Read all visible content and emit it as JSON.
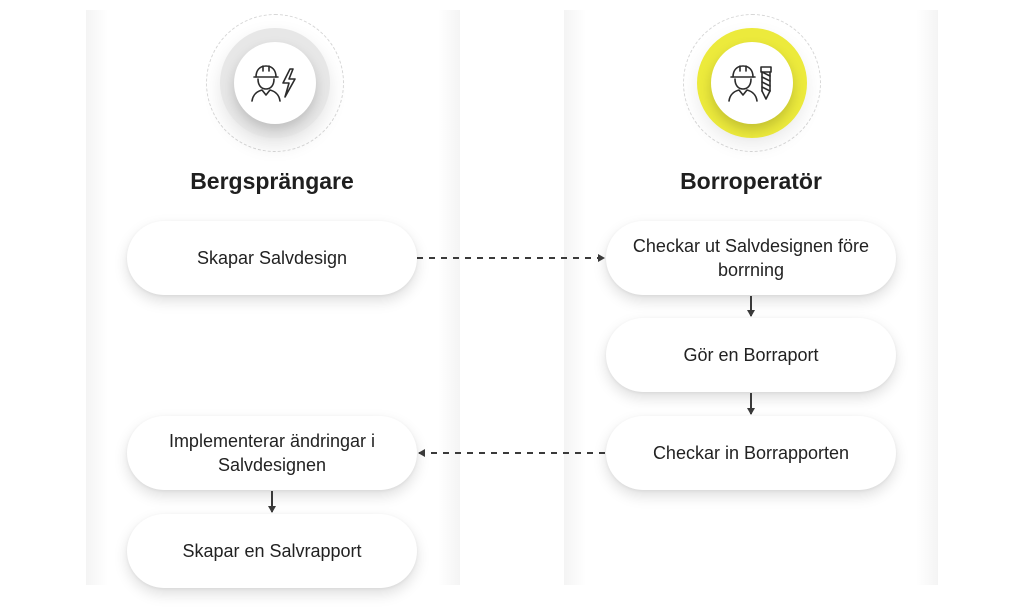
{
  "roles": {
    "left": {
      "title": "Bergsprängare",
      "icon": "worker-lightning-icon",
      "accent": "#e7e7e7"
    },
    "right": {
      "title": "Borroperatör",
      "icon": "worker-drill-icon",
      "accent": "#ecea3c"
    }
  },
  "steps": {
    "create_design": "Skapar Salvdesign",
    "checkout_design": "Checkar ut Salvdesignen före borrning",
    "drill_report": "Gör en Borraport",
    "checkin_report": "Checkar in Borrapporten",
    "implement_changes": "Implementerar ändringar i Salvdesignen",
    "salvo_report": "Skapar en Salvrapport"
  }
}
